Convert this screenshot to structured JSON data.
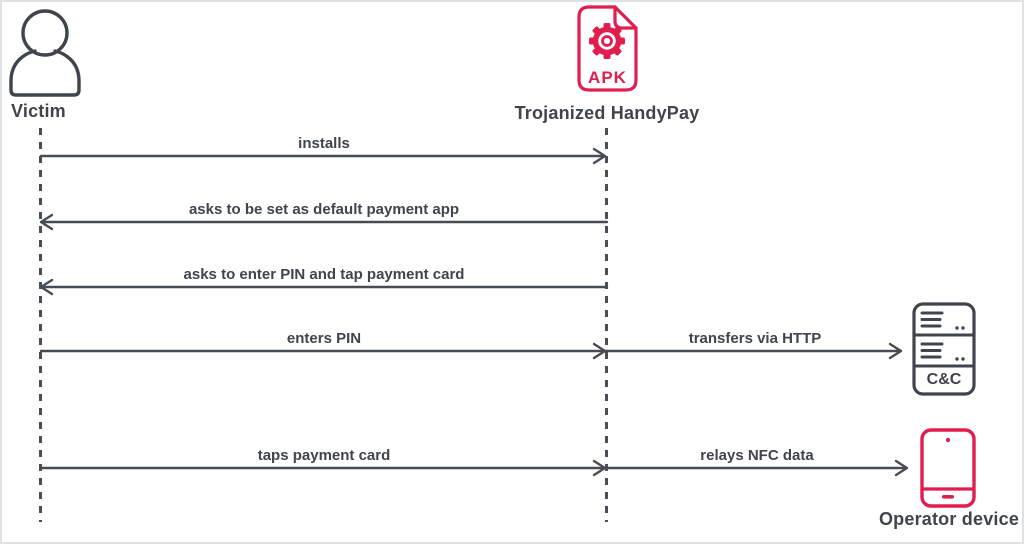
{
  "diagram": {
    "title_hint": "NFC relay malware sequence diagram",
    "actors": {
      "victim": {
        "label": "Victim"
      },
      "apk": {
        "label": "Trojanized HandyPay",
        "icon_text": "APK"
      },
      "cc": {
        "label": "C&C"
      },
      "operator": {
        "label": "Operator device"
      }
    },
    "messages": [
      {
        "label": "installs",
        "from": "victim",
        "to": "apk"
      },
      {
        "label": "asks to be set as default payment app",
        "from": "apk",
        "to": "victim"
      },
      {
        "label": "asks to enter PIN and tap payment card",
        "from": "apk",
        "to": "victim"
      },
      {
        "label": "enters PIN",
        "from": "victim",
        "to": "apk"
      },
      {
        "label": "transfers via HTTP",
        "from": "apk",
        "to": "cc"
      },
      {
        "label": "taps payment card",
        "from": "victim",
        "to": "apk"
      },
      {
        "label": "relays NFC data",
        "from": "apk",
        "to": "operator"
      }
    ],
    "colors": {
      "accent_pink": "#e01e4f",
      "line_dark": "#474c54",
      "text_dark": "#3f444d"
    }
  }
}
